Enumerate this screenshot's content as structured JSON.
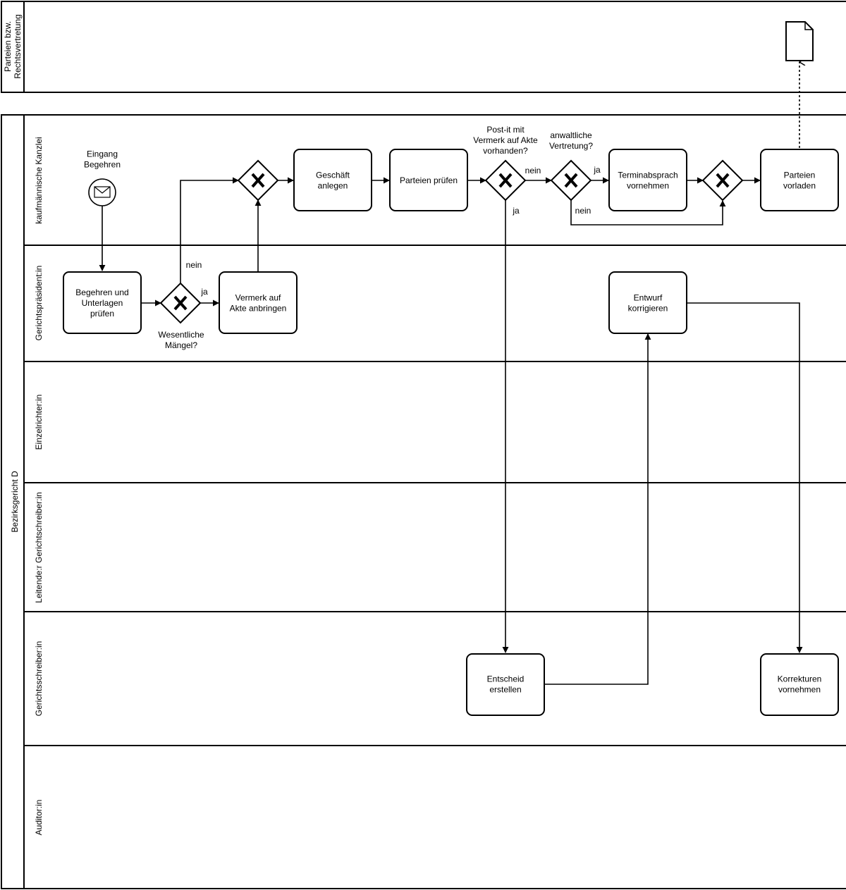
{
  "pools": [
    {
      "id": "pool-parties",
      "label": "Parteien bzw.\nRechtsvertretung"
    },
    {
      "id": "pool-court",
      "label": "Bezirksgericht D"
    }
  ],
  "lanes": [
    {
      "id": "lane-kanzlei",
      "label": "kaufmännische Kanzlei"
    },
    {
      "id": "lane-praesident",
      "label": "Gerichtspräsident:in"
    },
    {
      "id": "lane-einzelrichter",
      "label": "Einzelrichter:in"
    },
    {
      "id": "lane-leitende",
      "label": "Leitende:r Gerichtschreiber:in"
    },
    {
      "id": "lane-gerichtsschreiber",
      "label": "Gerichtsschreiber:in"
    },
    {
      "id": "lane-auditor",
      "label": "Auditor:in"
    }
  ],
  "events": [
    {
      "id": "start",
      "label": "Eingang\nBegehren",
      "icon": "envelope-icon"
    }
  ],
  "tasks": [
    {
      "id": "t-pruefen",
      "label": "Begehren und\nUnterlagen\nprüfen"
    },
    {
      "id": "t-vermerk",
      "label": "Vermerk auf\nAkte anbringen"
    },
    {
      "id": "t-geschaeft",
      "label": "Geschäft\nanlegen"
    },
    {
      "id": "t-parteien-pruefen",
      "label": "Parteien prüfen"
    },
    {
      "id": "t-termin",
      "label": "Terminabsprach\nvornehmen"
    },
    {
      "id": "t-vorladen",
      "label": "Parteien\nvorladen"
    },
    {
      "id": "t-entwurf",
      "label": "Entwurf\nkorrigieren"
    },
    {
      "id": "t-entscheid",
      "label": "Entscheid\nerstellen"
    },
    {
      "id": "t-korrekturen",
      "label": "Korrekturen\nvornehmen"
    }
  ],
  "gateways": [
    {
      "id": "g-maengel",
      "label": "Wesentliche\nMängel?"
    },
    {
      "id": "g-merge1",
      "label": ""
    },
    {
      "id": "g-postit",
      "label": "Post-it mit\nVermerk auf Akte\nvorhanden?"
    },
    {
      "id": "g-anwalt",
      "label": "anwaltliche\nVertretung?"
    },
    {
      "id": "g-merge2",
      "label": ""
    }
  ],
  "flow_labels": [
    {
      "id": "f-maengel-nein",
      "label": "nein"
    },
    {
      "id": "f-maengel-ja",
      "label": "ja"
    },
    {
      "id": "f-postit-nein",
      "label": "nein"
    },
    {
      "id": "f-postit-ja",
      "label": "ja"
    },
    {
      "id": "f-anwalt-ja",
      "label": "ja"
    },
    {
      "id": "f-anwalt-nein",
      "label": "nein"
    }
  ],
  "artifacts": [
    {
      "id": "doc",
      "icon": "document-icon"
    }
  ],
  "colors": {
    "stroke": "#000000",
    "fill": "#ffffff"
  }
}
